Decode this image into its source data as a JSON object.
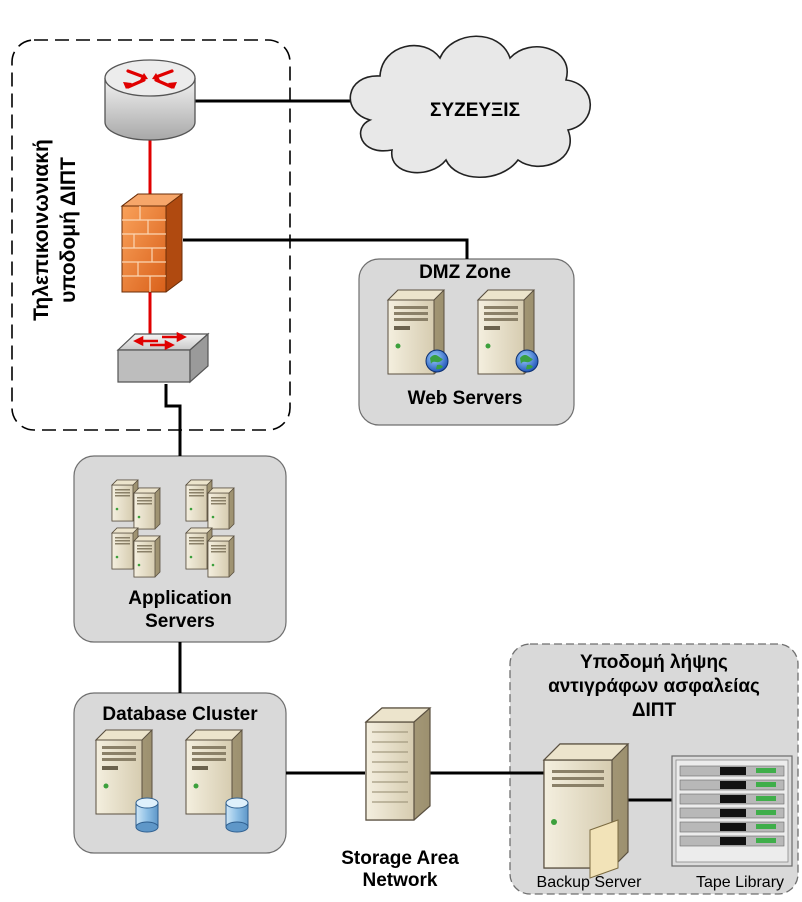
{
  "telecom_zone": {
    "label_line1": "Τηλεπικοινωνιακή",
    "label_line2": "υποδομή ΔΙΠΤ"
  },
  "cloud": {
    "label": "ΣΥΖΕΥΞΙΣ"
  },
  "dmz": {
    "title": "DMZ Zone",
    "subtitle": "Web Servers"
  },
  "app_servers": {
    "label_line1": "Application",
    "label_line2": "Servers"
  },
  "db_cluster": {
    "label": "Database Cluster"
  },
  "san": {
    "label_line1": "Storage Area",
    "label_line2": "Network"
  },
  "backup_zone": {
    "title_line1": "Υποδομή λήψης",
    "title_line2": "αντιγράφων ασφαλείας",
    "title_line3": "ΔΙΠΤ",
    "backup_server_label": "Backup Server",
    "tape_library_label": "Tape Library"
  },
  "colors": {
    "link_red": "#e00000",
    "link_black": "#000000",
    "zone_fill": "#d9d9d9",
    "firewall": "#f07a2a"
  }
}
